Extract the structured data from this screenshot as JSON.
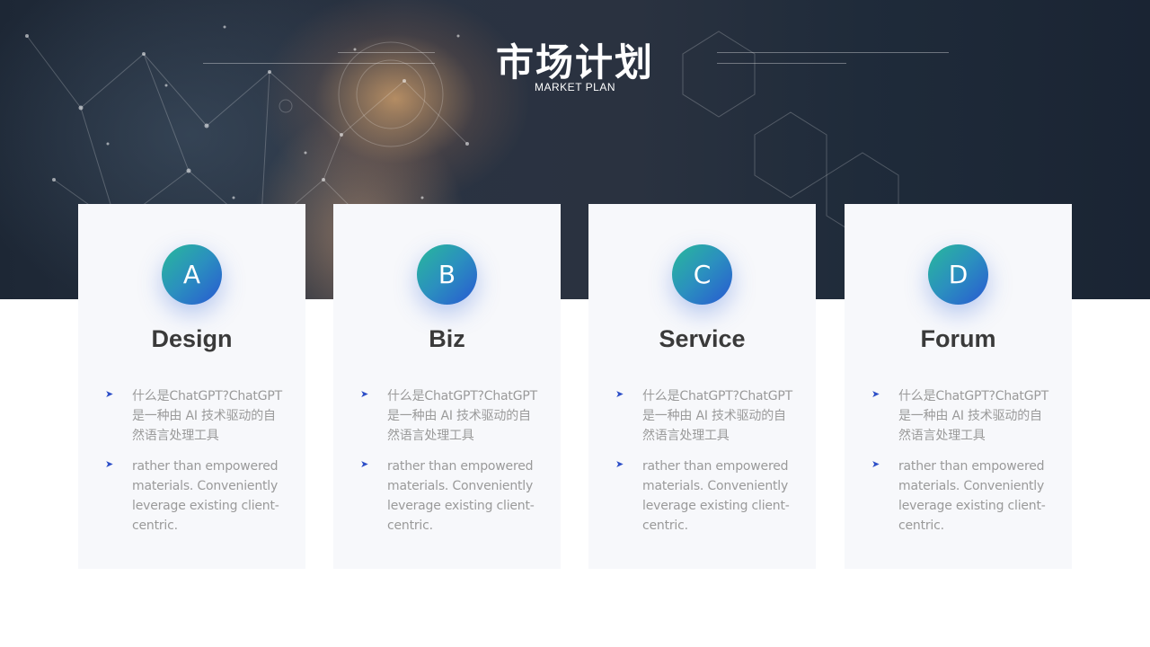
{
  "header": {
    "title": "市场计划",
    "subtitle": "MARKET PLAN"
  },
  "colors": {
    "badge_gradient_start": "#28b99a",
    "badge_gradient_end": "#2858d2",
    "title_text": "#3a3a3a",
    "body_text": "#9a9a9a",
    "bullet_arrow": "#2d4fc8",
    "card_background": "#f7f8fb"
  },
  "icons": {
    "bullet": "arrowhead-icon"
  },
  "cards": [
    {
      "letter": "A",
      "title": "Design",
      "bullets": [
        "什么是ChatGPT?ChatGPT 是一种由 AI 技术驱动的自然语言处理工具",
        "rather than empowered materials. Conveniently leverage existing client-centric."
      ]
    },
    {
      "letter": "B",
      "title": "Biz",
      "bullets": [
        "什么是ChatGPT?ChatGPT 是一种由 AI 技术驱动的自然语言处理工具",
        "rather than empowered materials. Conveniently leverage existing client-centric."
      ]
    },
    {
      "letter": "C",
      "title": "Service",
      "bullets": [
        "什么是ChatGPT?ChatGPT 是一种由 AI 技术驱动的自然语言处理工具",
        "rather than empowered materials. Conveniently leverage existing client-centric."
      ]
    },
    {
      "letter": "D",
      "title": "Forum",
      "bullets": [
        "什么是ChatGPT?ChatGPT 是一种由 AI 技术驱动的自然语言处理工具",
        "rather than empowered materials. Conveniently leverage existing client-centric."
      ]
    }
  ]
}
